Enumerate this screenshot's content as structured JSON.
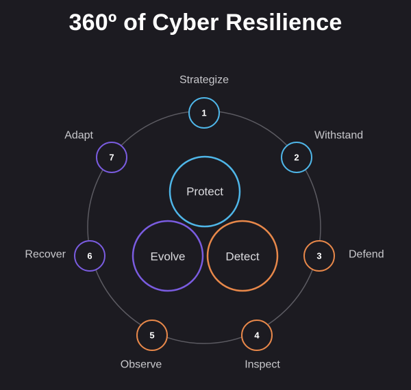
{
  "title": "360º of Cyber Resilience",
  "colors": {
    "background": "#1c1b21",
    "ring": "#5c5b62",
    "blue": "#4fb6e8",
    "orange": "#e8884a",
    "purple": "#7a5ce0"
  },
  "steps": [
    {
      "number": "1",
      "label": "Strategize",
      "color": "blue"
    },
    {
      "number": "2",
      "label": "Withstand",
      "color": "blue"
    },
    {
      "number": "3",
      "label": "Defend",
      "color": "orange"
    },
    {
      "number": "4",
      "label": "Inspect",
      "color": "orange"
    },
    {
      "number": "5",
      "label": "Observe",
      "color": "orange"
    },
    {
      "number": "6",
      "label": "Recover",
      "color": "purple"
    },
    {
      "number": "7",
      "label": "Adapt",
      "color": "purple"
    }
  ],
  "core": [
    {
      "label": "Protect",
      "color": "blue"
    },
    {
      "label": "Evolve",
      "color": "purple"
    },
    {
      "label": "Detect",
      "color": "orange"
    }
  ]
}
